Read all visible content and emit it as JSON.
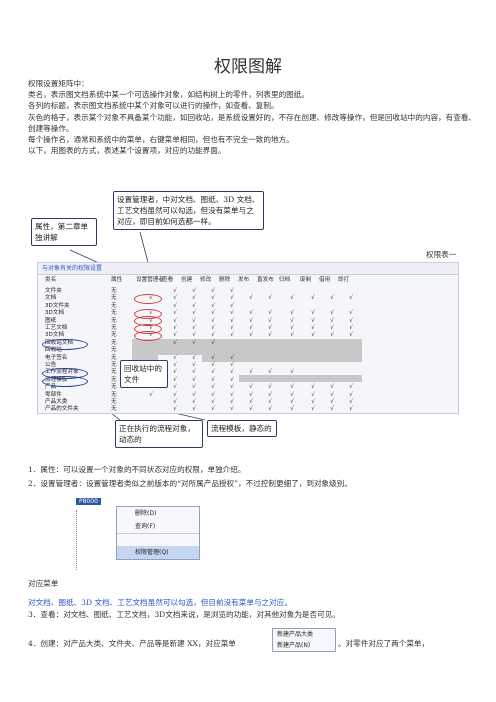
{
  "title": "权限图解",
  "intro": [
    "权限设置矩阵中：",
    "类名，表示图文档系统中某一个可选操作对象，如结构树上的零件，列表里的图纸。",
    "各列的标题，表示图文档系统中某个对象可以进行的操作，如查看、复制。",
    "灰色的格子，表示某个对象不具备某个功能，如回收站，是系统设置好的，不存在创建、修改等操作，但是回收站中的内容，有查看、创建等操作。",
    "每个操作名，通常和系统中的菜单，右键菜单相同，但也有不完全一致的地方。",
    "以下，用图表的方式，表述某个设置项，对应的功能界面。"
  ],
  "callouts": {
    "attr": "属性，第二章单独讲解",
    "manager": "设置管理者，中对文档、图纸、3D 文档、工艺文档虽然可以勾选，但没有菜单与之对应，即目前如何选都一样。",
    "recycle": "回收站中的文件",
    "flow": "正在执行的流程对象，动态的",
    "template": "流程模板，静态的"
  },
  "table_caption": "权限表一",
  "table": {
    "title": "与对象有关的权限设置",
    "headers": [
      "类名",
      "属性",
      "设置管理者",
      "查看",
      "创建",
      "修改",
      "删除",
      "发布",
      "直发布",
      "归档",
      "废制",
      "借用",
      "即打"
    ],
    "rows": [
      {
        "name": "文件夹",
        "prop": "无",
        "cells": [
          "",
          "√",
          "√",
          "√",
          "√",
          "",
          "",
          "",
          "",
          "",
          ""
        ]
      },
      {
        "name": "文档",
        "prop": "无",
        "cells": [
          "√",
          "√",
          "√",
          "√",
          "√",
          "√",
          "√",
          "√",
          "√",
          "√",
          "√"
        ]
      },
      {
        "name": "3D文件夹",
        "prop": "无",
        "cells": [
          "",
          "√",
          "√",
          "√",
          "√",
          "",
          "",
          "",
          "",
          "",
          ""
        ]
      },
      {
        "name": "3D文档",
        "prop": "无",
        "cells": [
          "√",
          "√",
          "√",
          "√",
          "√",
          "√",
          "√",
          "√",
          "√",
          "√",
          "√"
        ]
      },
      {
        "name": "图纸",
        "prop": "无",
        "cells": [
          "√",
          "√",
          "√",
          "√",
          "√",
          "√",
          "√",
          "√",
          "√",
          "√",
          "√"
        ]
      },
      {
        "name": "工艺文档",
        "prop": "无",
        "cells": [
          "√",
          "√",
          "√",
          "√",
          "√",
          "√",
          "√",
          "√",
          "√",
          "√",
          "√"
        ]
      },
      {
        "name": "3D文档",
        "prop": "无",
        "cells": [
          "√",
          "√",
          "√",
          "√",
          "√",
          "√",
          "√",
          "√",
          "√",
          "√",
          "√"
        ]
      },
      {
        "name": "回收站文档",
        "prop": "无",
        "cells": [
          "",
          "√",
          "√",
          "√",
          "",
          "",
          "",
          "",
          "",
          "",
          ""
        ]
      },
      {
        "name": "回收站",
        "prop": "无",
        "cells": [
          "",
          "",
          "",
          "",
          "",
          "",
          "",
          "",
          "",
          "",
          ""
        ]
      },
      {
        "name": "电子签名",
        "prop": "无",
        "cells": [
          "",
          "√",
          "√",
          "√",
          "√",
          "",
          "",
          "",
          "",
          "",
          ""
        ]
      },
      {
        "name": "公告",
        "prop": "无",
        "cells": [
          "",
          "√",
          "√",
          "√",
          "√",
          "",
          "",
          "",
          "",
          "",
          ""
        ]
      },
      {
        "name": "工作流程对象",
        "prop": "无",
        "cells": [
          "",
          "√",
          "√",
          "√",
          "√",
          "√",
          "√",
          "√",
          "",
          "",
          ""
        ]
      },
      {
        "name": "流程模板",
        "prop": "无",
        "cells": [
          "",
          "√",
          "√",
          "√",
          "√",
          "",
          "",
          "",
          "",
          "",
          ""
        ]
      },
      {
        "name": "产品",
        "prop": "无",
        "cells": [
          "√",
          "√",
          "√",
          "√",
          "√",
          "√",
          "√",
          "√",
          "√",
          "√",
          "√"
        ]
      },
      {
        "name": "零部件",
        "prop": "无",
        "cells": [
          "√",
          "√",
          "√",
          "√",
          "√",
          "√",
          "√",
          "√",
          "√",
          "√",
          "√"
        ]
      },
      {
        "name": "产品大类",
        "prop": "无",
        "cells": [
          "",
          "√",
          "√",
          "√",
          "√",
          "√",
          "√",
          "√",
          "√",
          "√",
          "√"
        ]
      },
      {
        "name": "产品的文件夹",
        "prop": "无",
        "cells": [
          "",
          "√",
          "√",
          "√",
          "√",
          "√",
          "√",
          "√",
          "√",
          "√",
          "√"
        ]
      }
    ]
  },
  "numbered": {
    "p1": "1．属性：可以设置一个对象的不同状态对应的权限，单独介绍。",
    "p2": "2．设置管理者：设置管理者类似之前版本的“对所属产品授权”，不过控制更细了，到对象级别。",
    "menu_caption": "对应菜单",
    "blue_note": "对文档、图纸、3D 文档、工艺文档虽然可以勾选，但目前没有菜单与之对应。",
    "p3": "3．查看：对文档、图纸、工艺文档，3D文档来说，是浏览的功能，对其他对象为是否可见。",
    "p4": "4．创建：对产品大类、文件夹、产品等是新建 XX，对应菜单",
    "p4_tail": "。对零件对应了两个菜单，"
  },
  "context_menu": {
    "tree_root": "P8000",
    "items": [
      "删除(D)",
      "查询(F)",
      "权限管理(Q)"
    ]
  },
  "mini_menu": {
    "items": [
      "新建产品大类",
      "新建产品(N)"
    ]
  },
  "colors": {
    "link_blue": "#2a55c7",
    "callout_border": "#2d3a63",
    "ellipse_red": "#d23a3a",
    "grey_cell": "#c8c8c8"
  }
}
